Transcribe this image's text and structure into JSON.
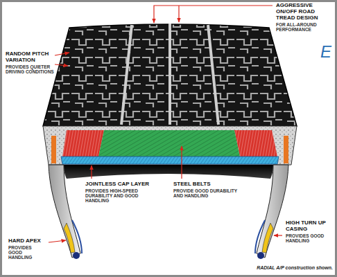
{
  "diagram": {
    "caption": "RADIAL A/P construction shown.",
    "labels": [
      "AGGRESSIVE ON/OFF ROAD TREAD DESIGN",
      "FOR ALL-AROUND PERFORMANCE",
      "E",
      "RANDOM PITCH VARIATION",
      "PROVIDES QUIETER DRIVING CONDITIONS",
      "JOINTLESS CAP LAYER",
      "PROVIDES HIGH-SPEED DURABILITY AND GOOD HANDLING",
      "STEEL BELTS",
      "PROVIDE GOOD DURABILITY AND HANDLING",
      "HIGH TURN UP CASING",
      "PROVIDES GOOD HANDLING",
      "HARD APEX",
      "PROVIDES GOOD HANDLING"
    ]
  }
}
